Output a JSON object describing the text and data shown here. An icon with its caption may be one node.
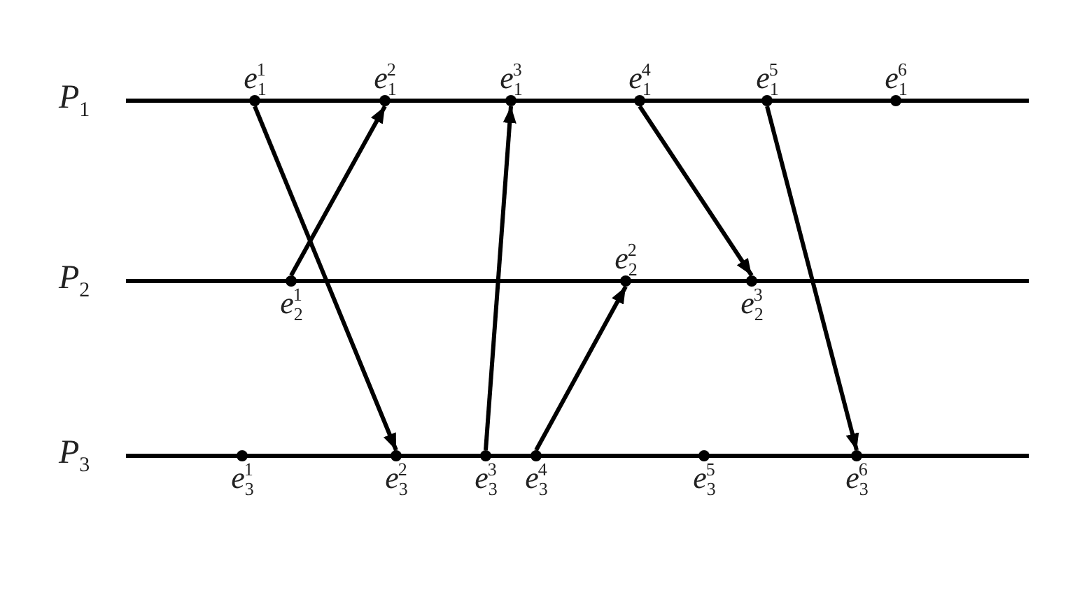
{
  "diagram": {
    "nodes": [
      {
        "text": [
          "e$_{1}$$^{1}$"
        ]
      },
      {
        "text": [
          "e$_{1}$$^{2}$"
        ]
      },
      {
        "text": [
          "e$_{1}$$^{3}$"
        ]
      },
      {
        "text": [
          "e$_{1}$$^{4}$"
        ]
      },
      {
        "text": [
          "e$_{1}$$^{5}$"
        ]
      },
      {
        "text": [
          "e$_{1}$$^{6}$"
        ]
      },
      {
        "text": [
          "e$_{2}$$^{1}$"
        ]
      },
      {
        "text": [
          "e$_{2}$$^{2}$"
        ]
      },
      {
        "text": [
          "e$_{2}$$^{3}$"
        ]
      },
      {
        "text": [
          "e$_{3}$$^{1}$"
        ]
      },
      {
        "text": [
          "e$_{3}$$^{2}$"
        ]
      },
      {
        "text": [
          "e$_{3}$$^{3}$"
        ]
      },
      {
        "text": [
          "e$_{3}$$^{4}$"
        ]
      },
      {
        "text": [
          "e$_{3}$$^{5}$"
        ]
      },
      {
        "text": [
          "e$_{3}$$^{6}$"
        ]
      }
    ],
    "edges": [
      {
        "from": 0,
        "to": 10,
        "arrow": "to"
      },
      {
        "from": 6,
        "to": 1,
        "arrow": "to"
      },
      {
        "from": 11,
        "to": 2,
        "arrow": "to"
      },
      {
        "from": 12,
        "to": 7,
        "arrow": "to"
      },
      {
        "from": 3,
        "to": 8,
        "arrow": "to"
      },
      {
        "from": 4,
        "to": 14,
        "arrow": "to"
      }
    ],
    "labels": [
      "P$_{1}$",
      "P$_{2}$",
      "P$_{3}$"
    ]
  }
}
